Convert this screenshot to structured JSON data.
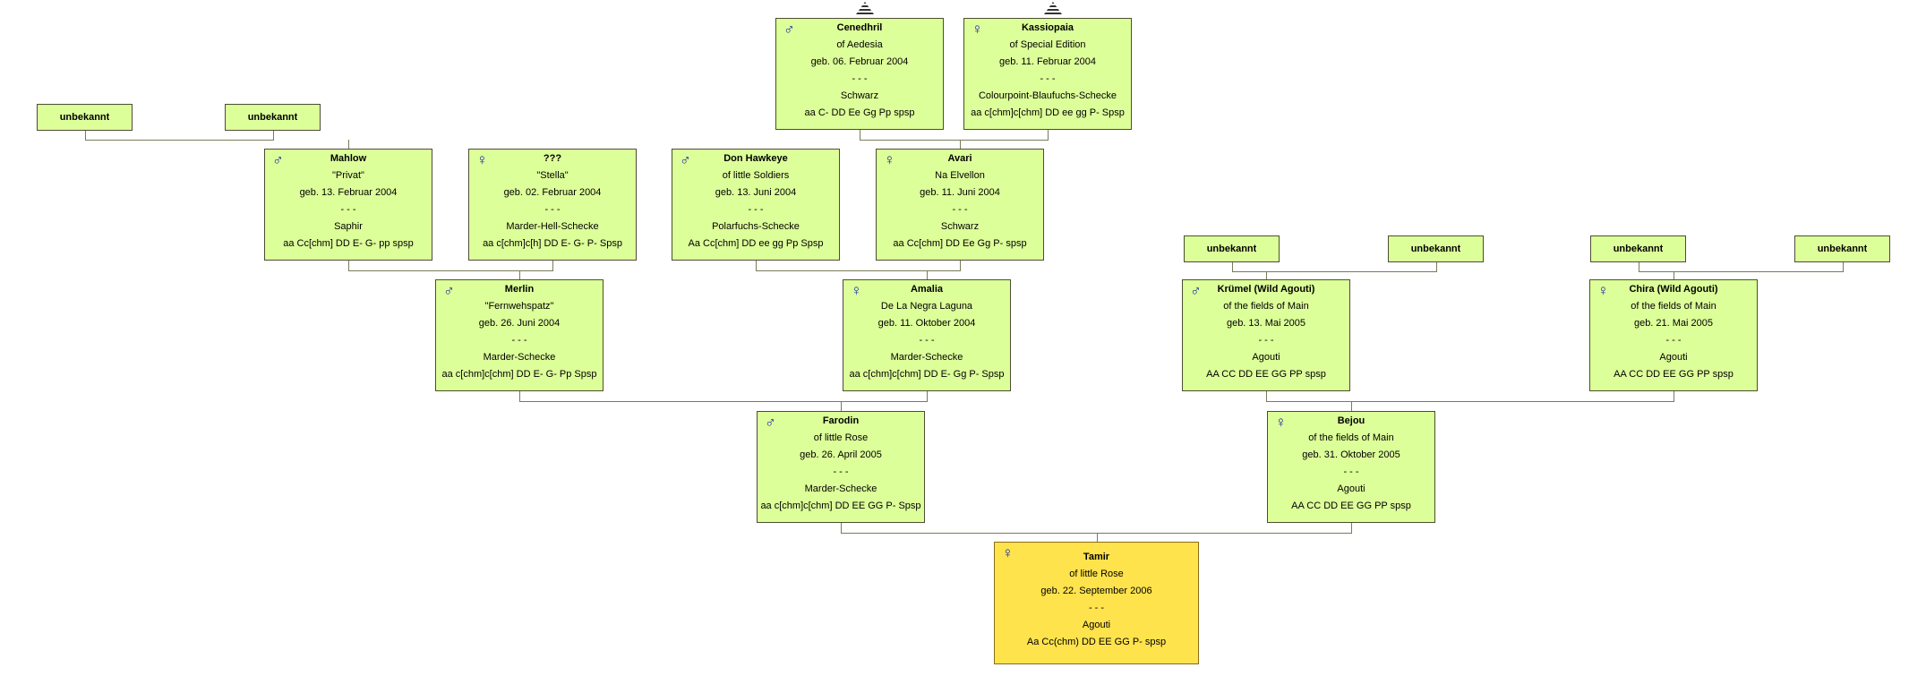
{
  "colors": {
    "node_fill": "#ddff99",
    "proband_fill": "#ffe34d",
    "male_symbol": "#1a2f9c",
    "line": "#7a7a5a"
  },
  "icons": {
    "male": "male-symbol-icon",
    "female": "female-symbol-icon",
    "more_ancestors": "more-ancestors-icon"
  },
  "nodes": {
    "cenedhril": {
      "sex": "male",
      "lines": [
        "Cenedhril",
        "of Aedesia",
        "geb. 06. Februar 2004",
        "- - -",
        "Schwarz",
        "aa C- DD Ee Gg Pp spsp"
      ]
    },
    "kassiopaia": {
      "sex": "female",
      "lines": [
        "Kassiopaia",
        "of Special Edition",
        "geb. 11. Februar 2004",
        "- - -",
        "Colourpoint-Blaufuchs-Schecke",
        "aa c[chm]c[chm] DD ee gg P- Spsp"
      ]
    },
    "unk1": {
      "lines": [
        "unbekannt"
      ]
    },
    "unk2": {
      "lines": [
        "unbekannt"
      ]
    },
    "mahlow": {
      "sex": "male",
      "lines": [
        "Mahlow",
        "\"Privat\"",
        "geb. 13. Februar 2004",
        "- - -",
        "Saphir",
        "aa Cc[chm] DD E- G- pp spsp"
      ]
    },
    "stella": {
      "sex": "female",
      "lines": [
        "???",
        "\"Stella\"",
        "geb. 02. Februar 2004",
        "- - -",
        "Marder-Hell-Schecke",
        "aa c[chm]c[h] DD E- G- P- Spsp"
      ]
    },
    "donhawkeye": {
      "sex": "male",
      "lines": [
        "Don Hawkeye",
        "of little Soldiers",
        "geb. 13. Juni 2004",
        "- - -",
        "Polarfuchs-Schecke",
        "Aa Cc[chm] DD ee gg Pp Spsp"
      ]
    },
    "avari": {
      "sex": "female",
      "lines": [
        "Avari",
        "Na Elvellon",
        "geb. 11. Juni 2004",
        "- - -",
        "Schwarz",
        "aa Cc[chm] DD Ee Gg P- spsp"
      ]
    },
    "unk3": {
      "lines": [
        "unbekannt"
      ]
    },
    "unk4": {
      "lines": [
        "unbekannt"
      ]
    },
    "unk5": {
      "lines": [
        "unbekannt"
      ]
    },
    "unk6": {
      "lines": [
        "unbekannt"
      ]
    },
    "merlin": {
      "sex": "male",
      "lines": [
        "Merlin",
        "\"Fernwehspatz\"",
        "geb. 26. Juni 2004",
        "- - -",
        "Marder-Schecke",
        "aa c[chm]c[chm] DD E- G- Pp Spsp"
      ]
    },
    "amalia": {
      "sex": "female",
      "lines": [
        "Amalia",
        "De La Negra Laguna",
        "geb. 11. Oktober 2004",
        "- - -",
        "Marder-Schecke",
        "aa c[chm]c[chm] DD E- Gg P- Spsp"
      ]
    },
    "kruemel": {
      "sex": "male",
      "lines": [
        "Krümel (Wild Agouti)",
        "of the fields of Main",
        "geb. 13. Mai 2005",
        "- - -",
        "Agouti",
        "AA CC DD EE GG PP spsp"
      ]
    },
    "chira": {
      "sex": "female",
      "lines": [
        "Chira (Wild Agouti)",
        "of the fields of Main",
        "geb. 21. Mai 2005",
        "- - -",
        "Agouti",
        "AA CC DD EE GG PP spsp"
      ]
    },
    "farodin": {
      "sex": "male",
      "lines": [
        "Farodin",
        "of little Rose",
        "geb. 26. April 2005",
        "- - -",
        "Marder-Schecke",
        "aa c[chm]c[chm] DD EE GG P- Spsp"
      ]
    },
    "bejou": {
      "sex": "female",
      "lines": [
        "Bejou",
        "of the fields of Main",
        "geb. 31. Oktober 2005",
        "- - -",
        "Agouti",
        "AA CC DD EE GG PP spsp"
      ]
    },
    "tamir": {
      "sex": "female",
      "lines": [
        "Tamir",
        "of little Rose",
        "geb. 22. September 2006",
        "- - -",
        "Agouti",
        "Aa Cc(chm) DD EE GG P- spsp"
      ]
    }
  }
}
